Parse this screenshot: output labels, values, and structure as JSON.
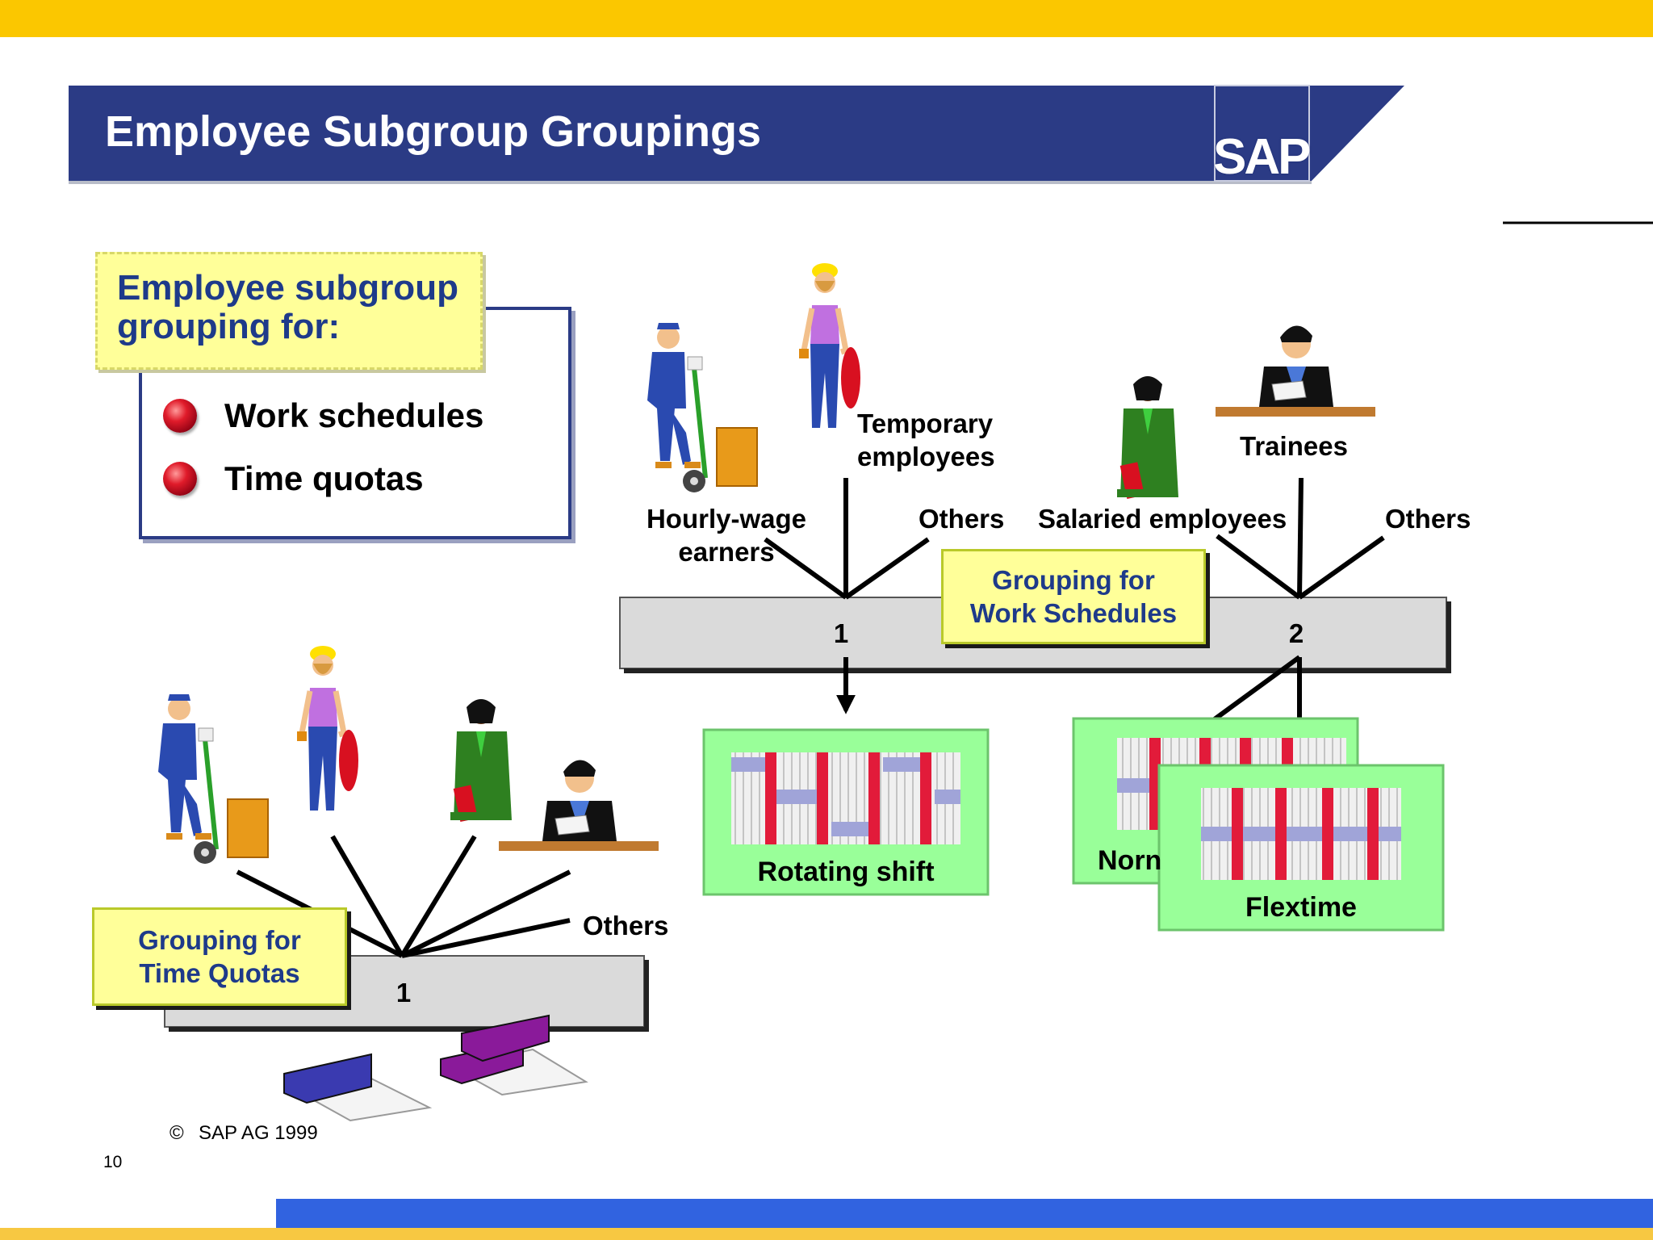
{
  "header": {
    "title": "Employee Subgroup Groupings",
    "logo": "SAP"
  },
  "legend": {
    "title_line1": "Employee subgroup",
    "title_line2": "grouping for:",
    "items": [
      "Work schedules",
      "Time quotas"
    ]
  },
  "work_schedules": {
    "temporary_line1": "Temporary",
    "temporary_line2": "employees",
    "hourly_line1": "Hourly-wage",
    "hourly_line2": "earners",
    "others_left": "Others",
    "salaried": "Salaried employees",
    "trainees": "Trainees",
    "others_right": "Others",
    "box_line1": "Grouping for",
    "box_line2": "Work Schedules",
    "group_1": "1",
    "group_2": "2",
    "panel_rotating": "Rotating shift",
    "panel_normal_partial": "Norn",
    "panel_flextime": "Flextime"
  },
  "time_quotas": {
    "others": "Others",
    "box_line1": "Grouping for",
    "box_line2": "Time Quotas",
    "group_1": "1"
  },
  "footer": {
    "copyright_symbol": "©",
    "copyright": "SAP AG 1999",
    "page": "10"
  },
  "colors": {
    "banner": "#2b3b85",
    "top_bar": "#fbc700",
    "bottom_band": "#3163e0",
    "note": "#ffff99",
    "panel": "#99ff99"
  }
}
